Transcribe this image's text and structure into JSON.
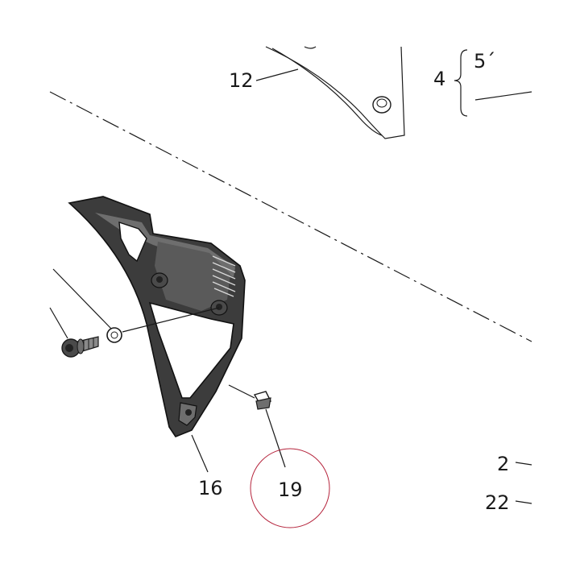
{
  "callouts": {
    "c12": "12",
    "c4": "4",
    "c5": "5´",
    "c16": "16",
    "c19": "19",
    "c2": "2",
    "c22": "22"
  },
  "colors": {
    "line": "#1a1a1a",
    "part_fill": "#3c3c3c",
    "part_highlight": "#6e6e6e",
    "highlight_circle": "#b5243c"
  }
}
